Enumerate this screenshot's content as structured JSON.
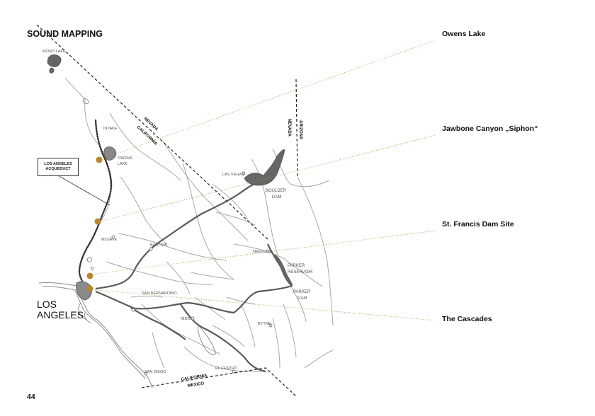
{
  "title": "SOUND MAPPING",
  "page_number": "44",
  "callout": {
    "line1": "LOS ANGELES",
    "line2": "ACQUEDUCT"
  },
  "sites": [
    "Owens Lake",
    "Jawbone Canyon „Siphon“",
    "St. Francis Dam Site",
    "The Cascades"
  ],
  "places": {
    "mono_lake": "MONO LAKE",
    "intake": "INTAKE",
    "owens_lake_1": "OWENS",
    "owens_lake_2": "LAKE",
    "las_vegas": "LAS VEGAS",
    "boulder_dam_1": "BOULDER",
    "boulder_dam_2": "DAM",
    "mojave": "MOJAVE",
    "bartow": "BARTOW",
    "needles": "NEEDLES",
    "parker_reservoir_1": "PARKER",
    "parker_reservoir_2": "RESERVOIR",
    "parker_dam_1": "PARKER",
    "parker_dam_2": "DAM",
    "los_angeles_1": "LOS",
    "los_angeles_2": "ANGELES",
    "san_bernardino": "SAN BERNARDINO",
    "indio": "INDIO",
    "blythe": "BYTHE",
    "san_diego": "SAN DIEGO",
    "el_centro": "EL CENTRO"
  },
  "borders": {
    "nevada": "NEVADA",
    "california_n": "CALIFORNIA",
    "arizona": "ARIZONA",
    "nevada_e": "NEVADA",
    "california_s": "CALIFORNIA",
    "mexico": "MEXICO"
  },
  "colors": {
    "marker": "#b8862d",
    "dotted_line": "#b8944a",
    "water": "#666666",
    "road": "#5a5a5a",
    "river": "#9a9a9a"
  }
}
